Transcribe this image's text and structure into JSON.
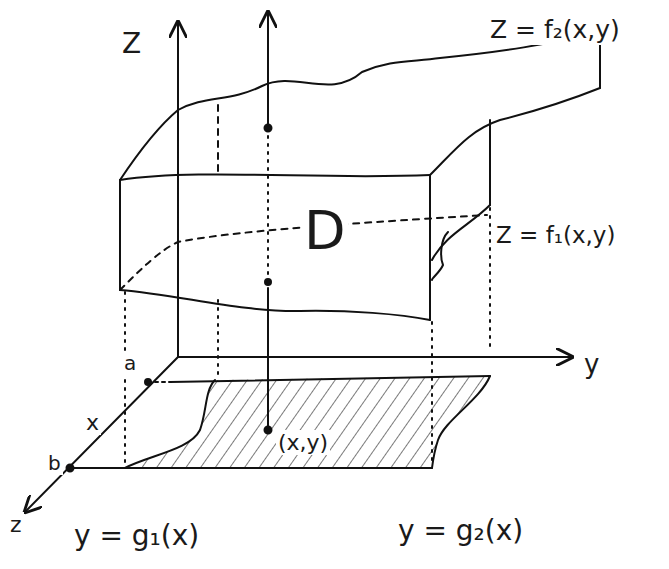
{
  "diagram": {
    "labels": [
      "Z",
      "Z = f₂(x,y)",
      "D",
      "Z = f₁(x,y)",
      "y",
      "a",
      "x",
      "b",
      "(x,y)",
      "z",
      "y = g₁(x)",
      "y = g₂(x)"
    ]
  }
}
